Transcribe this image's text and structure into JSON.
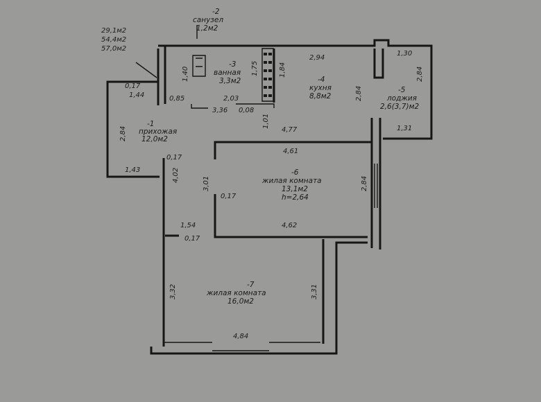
{
  "areas": {
    "living": "29,1м2",
    "total": "54,4м2",
    "with_loggia": "57,0м2"
  },
  "rooms": [
    {
      "num": "-1",
      "name": "прихожая",
      "area": "12,0м2"
    },
    {
      "num": "-2",
      "name": "санузел",
      "area": "1,2м2"
    },
    {
      "num": "-3",
      "name": "ванная",
      "area": "3,3м2"
    },
    {
      "num": "-4",
      "name": "кухня",
      "area": "8,8м2"
    },
    {
      "num": "-5",
      "name": "лоджия",
      "area": "2,6(3,7)м2"
    },
    {
      "num": "-6",
      "name": "жилая комната",
      "area": "13,1м2",
      "height": "h=2,64"
    },
    {
      "num": "-7",
      "name": "жилая комната",
      "area": "16,0м2"
    }
  ],
  "dimensions": {
    "d_2_94": "2,94",
    "d_1_30": "1,30",
    "d_2_84_loggia": "2,84",
    "d_2_84_kitchen": "2,84",
    "d_1_31": "1,31",
    "d_1_40": "1,40",
    "d_1_75": "1,75",
    "d_1_84": "1,84",
    "d_0_85": "0,85",
    "d_2_03": "2,03",
    "d_3_36": "3,36",
    "d_0_08": "0,08",
    "d_1_01": "1,01",
    "d_4_77": "4,77",
    "d_0_17_a": "0,17",
    "d_1_44": "1,44",
    "d_2_84_hall": "2,84",
    "d_1_43": "1,43",
    "d_0_17_b": "0,17",
    "d_4_02": "4,02",
    "d_4_61": "4,61",
    "d_3_01": "3,01",
    "d_0_17_c": "0,17",
    "d_2_84_room6": "2,84",
    "d_1_54": "1,54",
    "d_0_17_d": "0,17",
    "d_4_62": "4,62",
    "d_3_32": "3,32",
    "d_3_31": "3,31",
    "d_4_84": "4,84"
  },
  "colors": {
    "paper": "#9a9a98",
    "ink": "#161616"
  }
}
